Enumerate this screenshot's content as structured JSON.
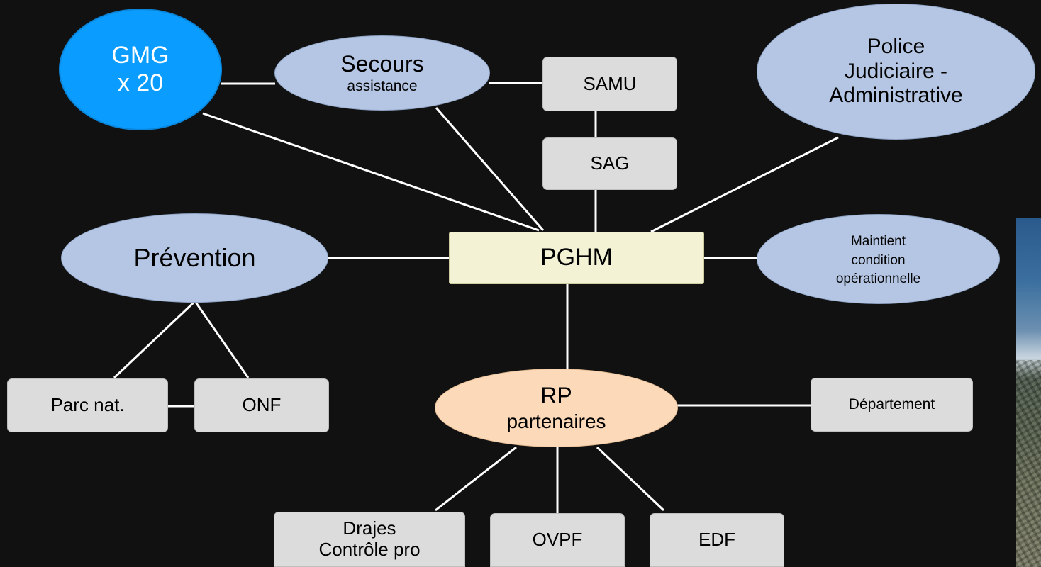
{
  "nodes": {
    "gmg": {
      "line1": "GMG",
      "line2": "x 20"
    },
    "secours": {
      "title": "Secours",
      "subtitle": "assistance"
    },
    "samu": {
      "label": "SAMU"
    },
    "sag": {
      "label": "SAG"
    },
    "police": {
      "line1": "Police",
      "line2": "Judiciaire -",
      "line3": "Administrative"
    },
    "prevention": {
      "label": "Prévention"
    },
    "pghm": {
      "label": "PGHM"
    },
    "maintient": {
      "line1": "Maintient",
      "line2": "condition",
      "line3": "opérationnelle"
    },
    "parc": {
      "label": "Parc nat."
    },
    "onf": {
      "label": "ONF"
    },
    "rp": {
      "title": "RP",
      "subtitle": "partenaires"
    },
    "departement": {
      "label": "Département"
    },
    "drajes": {
      "line1": "Drajes",
      "line2": "Contrôle pro"
    },
    "ovpf": {
      "label": "OVPF"
    },
    "edf": {
      "label": "EDF"
    }
  },
  "colors": {
    "background": "#111111",
    "gmg": "#0a9cff",
    "ellipse": "#b4c6e3",
    "box": "#dcdcdc",
    "pghm": "#f3f2d5",
    "rp": "#fcd9b8",
    "connector": "#ffffff"
  }
}
